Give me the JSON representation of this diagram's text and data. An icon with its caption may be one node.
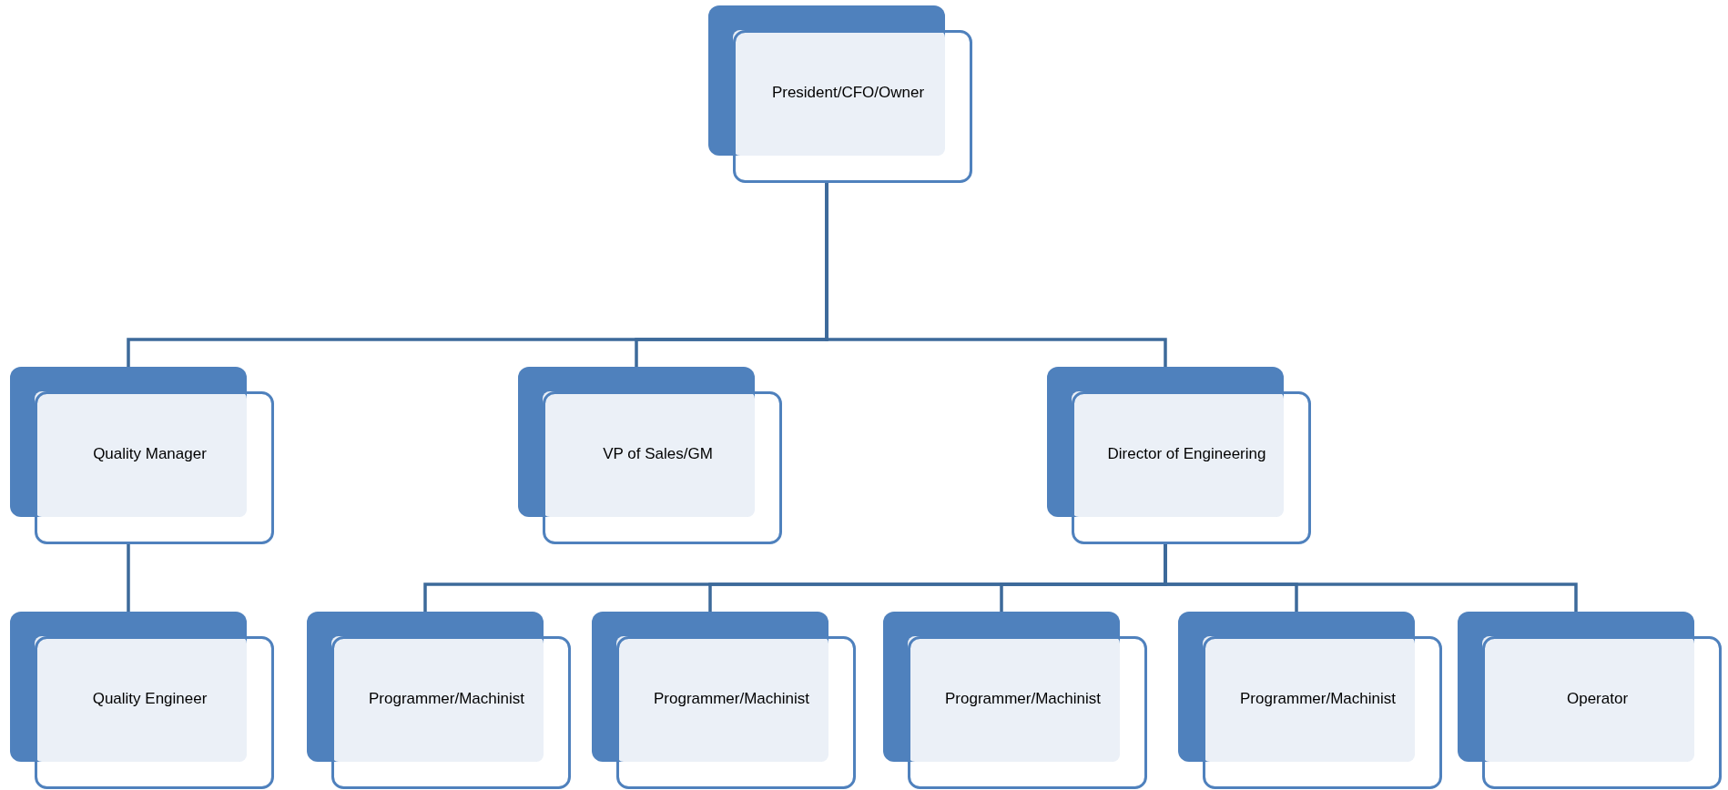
{
  "diagram": {
    "nodes": [
      {
        "text": [
          "President/CFO/Owner"
        ]
      },
      {
        "text": [
          "Quality Manager"
        ]
      },
      {
        "text": [
          "VP of Sales/GM"
        ]
      },
      {
        "text": [
          "Director of Engineering"
        ]
      },
      {
        "text": [
          "Quality Engineer"
        ]
      },
      {
        "text": [
          "Programmer/Machinist"
        ]
      },
      {
        "text": [
          "Programmer/Machinist"
        ]
      },
      {
        "text": [
          "Programmer/Machinist"
        ]
      },
      {
        "text": [
          "Programmer/Machinist"
        ]
      },
      {
        "text": [
          "Operator"
        ]
      }
    ],
    "edges": [
      {
        "from": 0,
        "to": 1,
        "arrow": "none"
      },
      {
        "from": 0,
        "to": 2,
        "arrow": "none"
      },
      {
        "from": 0,
        "to": 3,
        "arrow": "none"
      },
      {
        "from": 1,
        "to": 4,
        "arrow": "none"
      },
      {
        "from": 3,
        "to": 5,
        "arrow": "none"
      },
      {
        "from": 3,
        "to": 6,
        "arrow": "none"
      },
      {
        "from": 3,
        "to": 7,
        "arrow": "none"
      },
      {
        "from": 3,
        "to": 8,
        "arrow": "none"
      },
      {
        "from": 3,
        "to": 9,
        "arrow": "none"
      }
    ]
  }
}
